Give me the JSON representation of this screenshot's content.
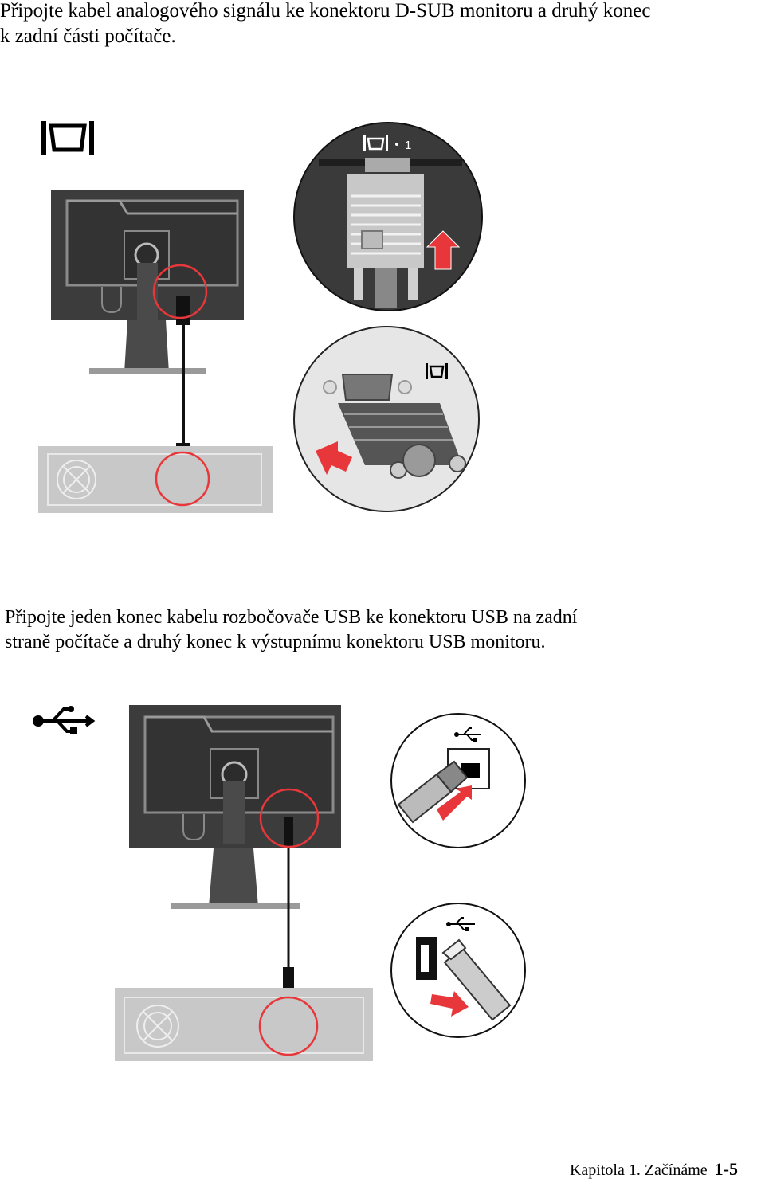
{
  "section1": {
    "lines": [
      "Připojte kabel analogového signálu ke konektoru D-SUB monitoru a druhý konec",
      "k zadní části počítače."
    ],
    "callout_label": "1"
  },
  "section2": {
    "lines": [
      "Připojte jeden konec kabelu rozbočovače USB ke konektoru USB na zadní",
      "straně počítače a druhý konec k výstupnímu konektoru USB monitoru."
    ]
  },
  "footer": {
    "chapter": "Kapitola 1. Začínáme",
    "page": "1-5"
  },
  "colors": {
    "monitor_dark": "#3c3c3c",
    "highlight_red": "#e8373a",
    "pc_gray": "#c8c8c8"
  },
  "icons": [
    "vga-icon",
    "usb-icon",
    "arrow-icon"
  ]
}
